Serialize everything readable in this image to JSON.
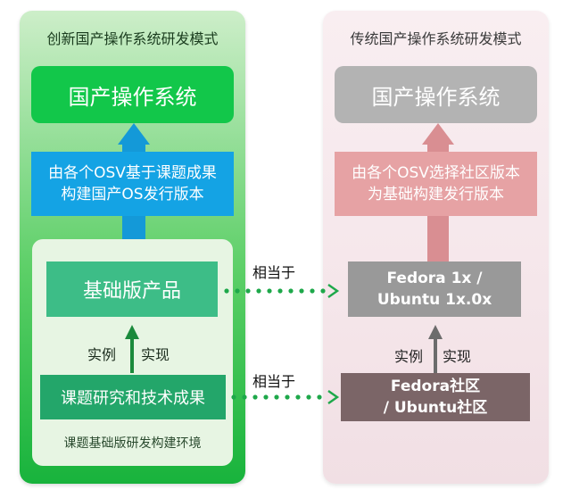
{
  "left": {
    "title": "创新国产操作系统研发模式",
    "top_box": "国产操作系统",
    "mid_box": "由各个OSV基于课题成果\n构建国产OS发行版本",
    "base_box": "基础版产品",
    "impl_label_a": "实例",
    "impl_label_b": "实现",
    "research_box": "课题研究和技术成果",
    "env_label": "课题基础版研发构建环境"
  },
  "right": {
    "title": "传统国产操作系统研发模式",
    "top_box": "国产操作系统",
    "mid_box": "由各个OSV选择社区版本\n为基础构建发行版本",
    "base_box": "Fedora 1x /\nUbuntu 1x.0x",
    "impl_label_a": "实例",
    "impl_label_b": "实现",
    "community_box": "Fedora社区\n/ Ubuntu社区"
  },
  "equivalence": {
    "upper_label": "相当于",
    "lower_label": "相当于"
  },
  "colors": {
    "left_top": "#12c74a",
    "left_mid": "#14a3e4",
    "left_base": "#3dbd87",
    "left_research": "#23a66a",
    "right_top": "#b3b3b3",
    "right_mid": "#e6a2a4",
    "right_base": "#999999",
    "right_community": "#7b6567",
    "dots": "#1ea84a"
  }
}
